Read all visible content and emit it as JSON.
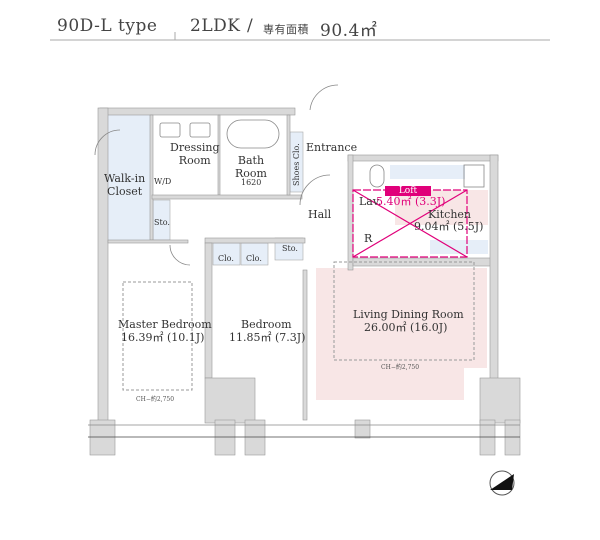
{
  "header": {
    "type_name": "90D-L type",
    "layout": "2LDK",
    "separator": "/",
    "area_label": "専有面積",
    "area_value": "90.4㎡"
  },
  "rooms": {
    "walk_in_closet": "Walk-in\nCloset",
    "dressing_room": "Dressing\nRoom",
    "wd": "W/D",
    "bath_room": "Bath\nRoom",
    "bath_size": "1620",
    "shoes_clo": "Shoes Clo.",
    "entrance": "Entrance",
    "hall": "Hall",
    "sto_1": "Sto.",
    "sto_2": "Sto.",
    "clo_1": "Clo.",
    "clo_2": "Clo.",
    "lav": "Lav.",
    "r": "R",
    "loft_label": "Loft",
    "loft_area": "5.40㎡ (3.3J)",
    "kitchen": "Kitchen",
    "kitchen_area": "9.04㎡ (5.5J)",
    "master_bedroom": "Master Bedroom",
    "master_bedroom_area": "16.39㎡ (10.1J)",
    "bedroom": "Bedroom",
    "bedroom_area": "11.85㎡ (7.3J)",
    "ldr": "Living Dining Room",
    "ldr_area": "26.00㎡ (16.0J)",
    "ch_master": "CH−約2,750",
    "ch_ldr": "CH−約2,750"
  },
  "colors": {
    "wall": "#d9d9d9",
    "storage": "#e6eef8",
    "ldr": "#f8e6e6",
    "loft": "#e0007a"
  }
}
